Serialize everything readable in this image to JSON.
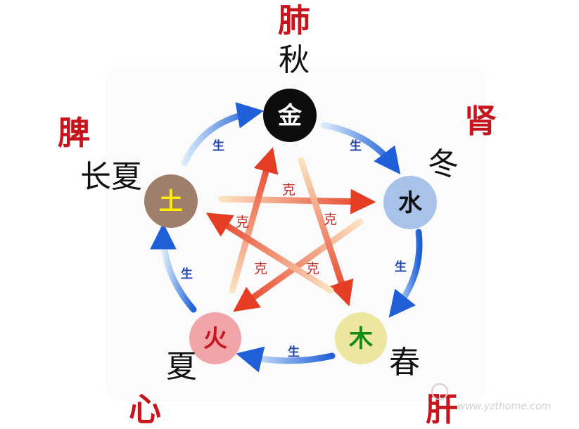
{
  "elements": {
    "metal": {
      "char": "金",
      "color": "#ffffff",
      "fill": "#0d0d0d"
    },
    "water": {
      "char": "水",
      "color": "#111111",
      "fill": "#a9c2ea"
    },
    "wood": {
      "char": "木",
      "color": "#138a12",
      "fill": "#ece6a0"
    },
    "fire": {
      "char": "火",
      "color": "#c8151d",
      "fill": "#f2a5a8"
    },
    "earth": {
      "char": "土",
      "color": "#ffee00",
      "fill": "#9f7f6c"
    }
  },
  "organs": {
    "metal": "肺",
    "water": "肾",
    "wood": "肝",
    "fire": "心",
    "earth": "脾"
  },
  "seasons": {
    "metal": "秋",
    "water": "冬",
    "wood": "春",
    "fire": "夏",
    "earth": "长夏"
  },
  "labels": {
    "sheng": "生",
    "ke": "克"
  },
  "watermark": "www.yzthome.com",
  "colors": {
    "sheng": "#2a67d6",
    "ke": "#e8502a",
    "organ": "#c8151d"
  }
}
